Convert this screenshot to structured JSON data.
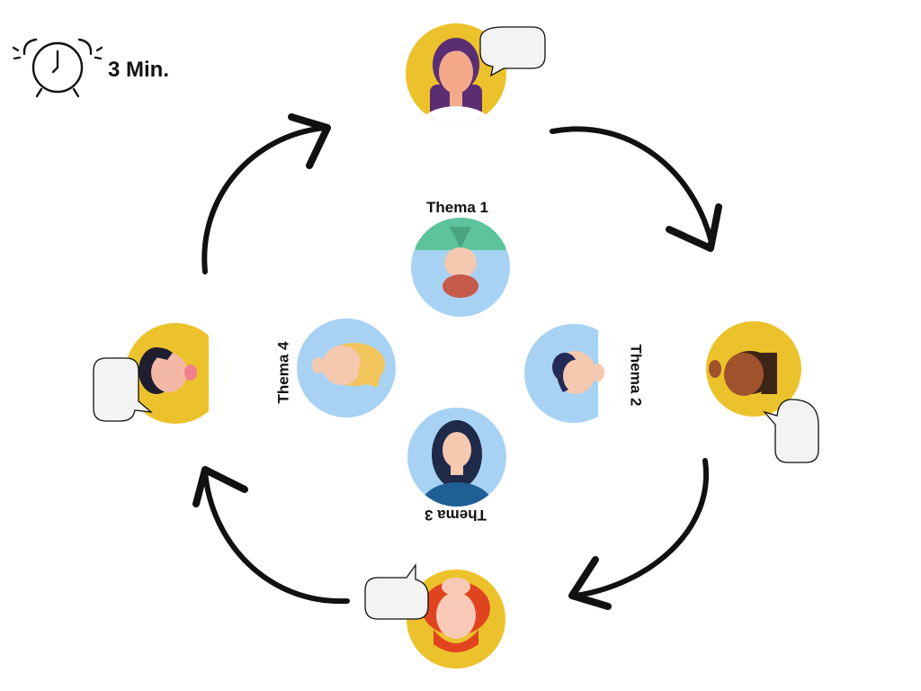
{
  "timer": {
    "label": "3 Min.",
    "icon": "alarm-clock-icon"
  },
  "topics": [
    {
      "label": "Thema 1"
    },
    {
      "label": "Thema 2"
    },
    {
      "label": "Thema 3"
    },
    {
      "label": "Thema 4"
    }
  ],
  "colors": {
    "outer_circle": "#ecc22c",
    "inner_circle": "#a7d2f3",
    "speech_bubble": "#f3f3f3",
    "arrow": "#111111"
  }
}
